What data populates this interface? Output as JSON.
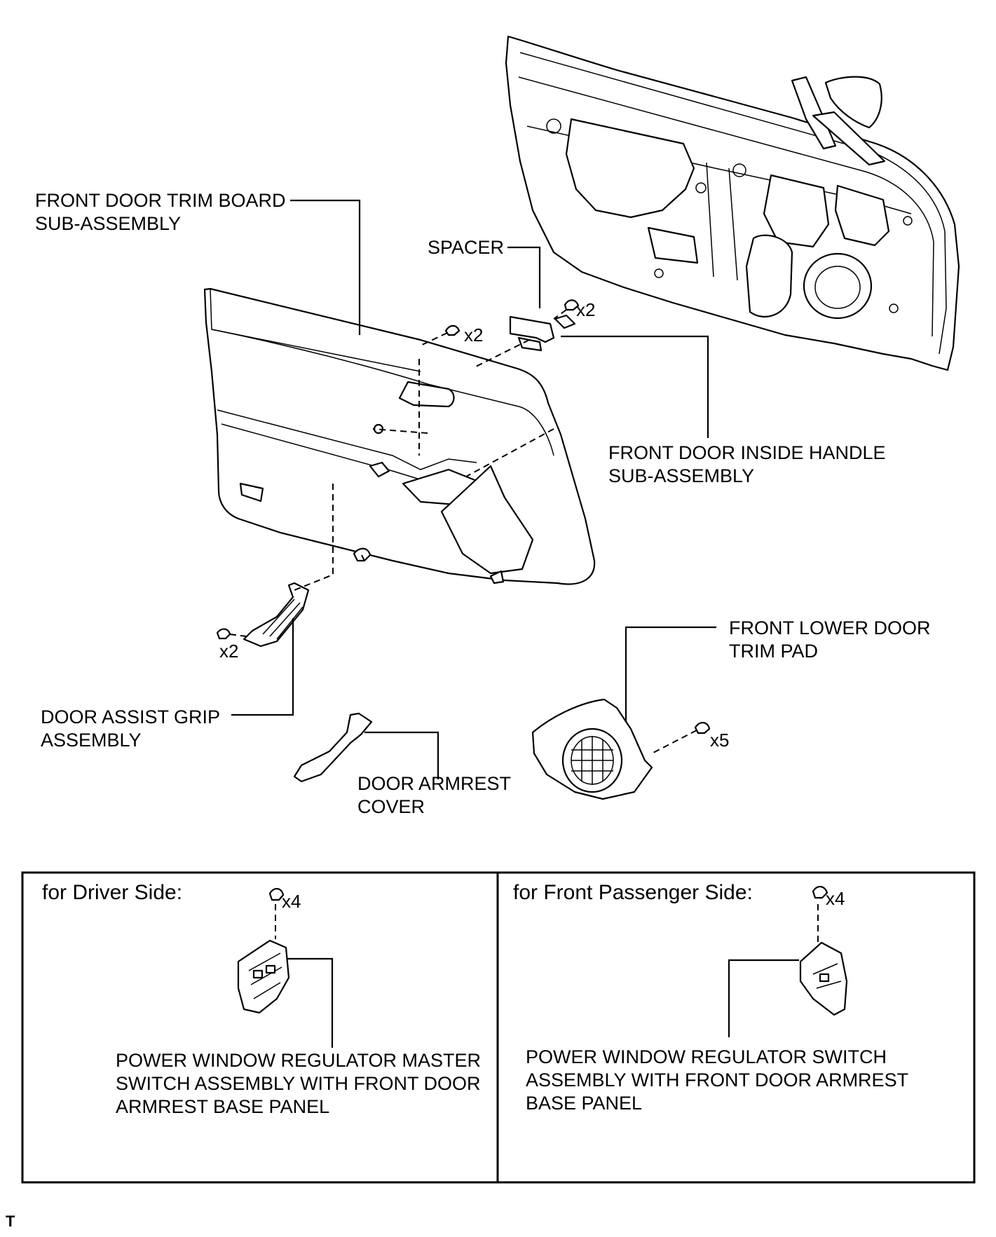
{
  "labels": {
    "trim_board": [
      "FRONT DOOR TRIM BOARD",
      "SUB-ASSEMBLY"
    ],
    "spacer": [
      "SPACER"
    ],
    "inside_handle": [
      "FRONT DOOR INSIDE HANDLE",
      "SUB-ASSEMBLY"
    ],
    "lower_trim_pad": [
      "FRONT LOWER DOOR",
      "TRIM PAD"
    ],
    "assist_grip": [
      "DOOR ASSIST GRIP",
      "ASSEMBLY"
    ],
    "armrest_cover": [
      "DOOR ARMREST",
      "COVER"
    ],
    "master_switch": [
      "POWER WINDOW REGULATOR MASTER",
      "SWITCH ASSEMBLY WITH FRONT DOOR",
      "ARMREST BASE PANEL"
    ],
    "passenger_switch": [
      "POWER WINDOW REGULATOR SWITCH",
      "ASSEMBLY WITH FRONT DOOR ARMREST",
      "BASE PANEL"
    ]
  },
  "quantities": {
    "spacer_clips": "x2",
    "handle_screws": "x2",
    "grip_screws": "x2",
    "trim_pad_screws": "x5",
    "driver_screws": "x4",
    "passenger_screws": "x4"
  },
  "panels": {
    "driver_title": "for Driver Side:",
    "passenger_title": "for Front Passenger Side:"
  },
  "footer_mark": "T"
}
